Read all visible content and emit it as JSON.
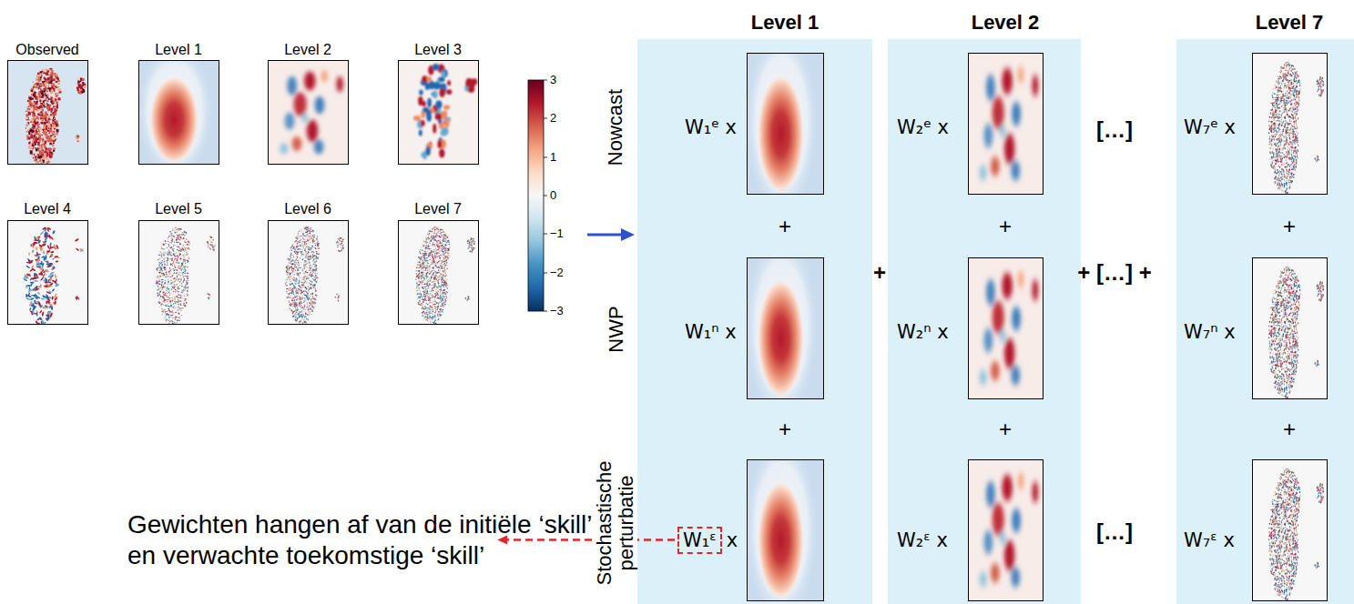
{
  "diagram": {
    "nodes": [
      {
        "text": [
          "Level 1"
        ]
      },
      {
        "text": [
          "W₁ᵋ"
        ],
        "in": 0
      },
      {
        "text": [
          "Level 2"
        ]
      },
      {
        "text": [
          "Level 7"
        ]
      }
    ],
    "labels": [
      "Observed",
      "Level 1",
      "Level 2",
      "Level 3",
      "Level 4",
      "Level 5",
      "Level 6",
      "Level 7",
      "3",
      "2",
      "1",
      "0",
      "−1",
      "−2",
      "−3",
      "Nowcast",
      "NWP",
      "Stochastische perturbatie",
      "W₁ᵉ x",
      "+",
      "W₁ⁿ x",
      "+",
      "x",
      "+",
      "W₂ᵉ x",
      "+",
      "W₂ⁿ x",
      "+",
      "W₂ᵋ x",
      "[…]",
      "+ […] +",
      "[…]",
      "W₇ᵉ x",
      "+",
      "W₇ⁿ x",
      "+",
      "W₇ᵋ x",
      "Gewichten hangen af van de initiële ‘skill’ en verwachte toekomstige ‘skill’"
    ]
  }
}
